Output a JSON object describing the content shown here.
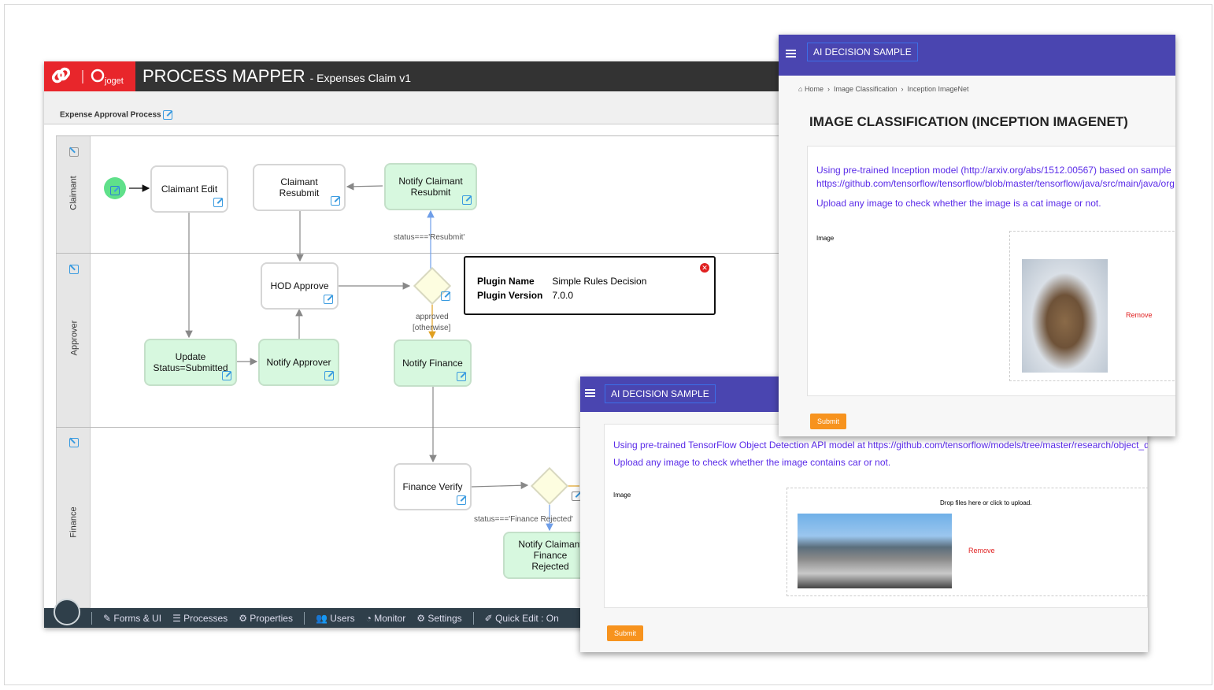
{
  "process_mapper": {
    "logo_text": "joget",
    "title": "PROCESS MAPPER",
    "subtitle": "- Expenses Claim v1",
    "process_name": "Expense Approval Process",
    "lanes": [
      "Claimant",
      "Approver",
      "Finance"
    ],
    "nodes": {
      "claimant_edit": "Claimant Edit",
      "claimant_resubmit": "Claimant Resubmit",
      "notify_claimant_resubmit": "Notify Claimant Resubmit",
      "hod_approve": "HOD Approve",
      "update_status": "Update Status=Submitted",
      "notify_approver": "Notify Approver",
      "notify_finance": "Notify Finance",
      "finance_verify": "Finance Verify",
      "notify_claimant_finance_rejected": "Notify Claimant Finance Rejected"
    },
    "edge_labels": {
      "resubmit": "status==='Resubmit'",
      "approved": "approved",
      "otherwise": "[otherwise]",
      "finance_rejected": "status==='Finance Rejected'"
    },
    "popup": {
      "name_label": "Plugin Name",
      "name_value": "Simple Rules Decision",
      "version_label": "Plugin Version",
      "version_value": "7.0.0"
    },
    "bottom_nav": [
      "Forms & UI",
      "Processes",
      "Properties",
      "Users",
      "Monitor",
      "Settings",
      "Quick Edit : On"
    ]
  },
  "window_imagenet": {
    "app_title": "AI DECISION SAMPLE",
    "breadcrumb": [
      "Home",
      "Image Classification",
      "Inception ImageNet"
    ],
    "page_title": "IMAGE CLASSIFICATION (INCEPTION IMAGENET)",
    "desc1": "Using pre-trained Inception model (http://arxiv.org/abs/1512.00567) based on sample",
    "desc2": "https://github.com/tensorflow/tensorflow/blob/master/tensorflow/java/src/main/java/org",
    "desc3": "Upload any image to check whether the image is a cat image or not.",
    "field_label": "Image",
    "remove": "Remove",
    "submit": "Submit"
  },
  "window_objdetect": {
    "app_title": "AI DECISION SAMPLE",
    "desc1": "Using pre-trained TensorFlow Object Detection API model at https://github.com/tensorflow/models/tree/master/research/object_detection",
    "desc2": "Upload any image to check whether the image contains car or not.",
    "field_label": "Image",
    "drop_hint": "Drop files here or click to upload.",
    "remove": "Remove",
    "submit": "Submit"
  },
  "colors": {
    "brand_red": "#e8262b",
    "header_purple": "#4a45b0",
    "link_purple": "#5a2be8",
    "submit_orange": "#f7931e"
  }
}
